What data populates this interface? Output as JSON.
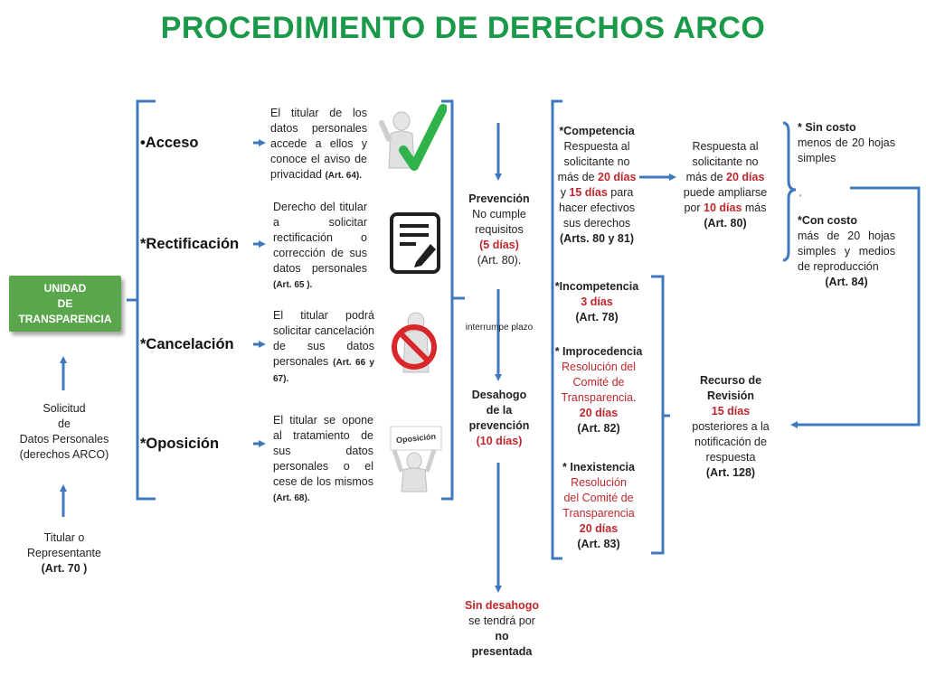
{
  "title": "PROCEDIMIENTO DE DERECHOS ARCO",
  "colors": {
    "title_green": "#1a9a48",
    "unit_green": "#5aa64c",
    "arrow_blue": "#3f78bd",
    "red": "#c0272d"
  },
  "unit": {
    "line1": "UNIDAD",
    "line2": "DE",
    "line3": "TRANSPARENCIA"
  },
  "solicitud": {
    "line1": "Solicitud",
    "line2": "de",
    "line3": "Datos Personales",
    "line4": "(derechos ARCO)"
  },
  "titular": {
    "line1": "Titular o",
    "line2": "Representante",
    "line3": "(Art. 70 )"
  },
  "rights": [
    {
      "label": "•Acceso",
      "desc": "El titular de los datos personales accede a ellos y conoce el aviso de privacidad",
      "ref": "(Art. 64).",
      "icon": "checkmark-figure-icon"
    },
    {
      "label": "*Rectificación",
      "desc": "Derecho del titular a solicitar rectificación o corrección de sus datos personales",
      "ref": "(Art. 65 ).",
      "icon": "document-edit-icon"
    },
    {
      "label": "*Cancelación",
      "desc": "El titular podrá solicitar cancelación de sus datos personales",
      "ref": "(Art. 66 y 67).",
      "icon": "prohibited-figure-icon"
    },
    {
      "label": "*Oposición",
      "desc": "El titular se opone al tratamiento de sus datos personales o el cese de los mismos",
      "ref": "(Art. 68).",
      "icon": "opposition-sign-icon"
    }
  ],
  "oposicion_sign": "Oposición",
  "prevencion": {
    "title": "Prevención",
    "l1": "No cumple",
    "l2": "requisitos",
    "days": "(5 días)",
    "art": "(Art. 80)."
  },
  "interrumpe": "interrumpe plazo",
  "desahogo": {
    "l1": "Desahogo",
    "l2": "de la",
    "l3": "prevención",
    "days": "(10 días)"
  },
  "sin_desahogo": {
    "l1": "Sin desahogo",
    "l2": "se tendrá por",
    "l3": "no",
    "l4": "presentada"
  },
  "competencia": {
    "title": "*Competencia",
    "l1": "Respuesta al",
    "l2": "solicitante no",
    "l3a": "más de ",
    "l3b": "20 días",
    "l4a": "y ",
    "l4b": "15 días",
    "l4c": " para",
    "l5": "hacer efectivos",
    "l6": "sus derechos",
    "art": "(Arts. 80 y 81)"
  },
  "incompetencia": {
    "title": "*Incompetencia",
    "days": "3 días",
    "art": "(Art. 78)"
  },
  "improcedencia": {
    "title": "* Improcedencia",
    "l1": "Resolución del",
    "l2": "Comité de",
    "l3": "Transparencia",
    "l3dot": ".",
    "days": "20 días",
    "art": "(Art. 82)"
  },
  "inexistencia": {
    "title": "* Inexistencia",
    "l1": "Resolución",
    "l2": "del Comité de",
    "l3": "Transparencia",
    "days": "20 días",
    "art": "(Art. 83)"
  },
  "respuesta": {
    "l1": "Respuesta al",
    "l2": "solicitante no",
    "l3a": "más de ",
    "l3b": "20 días",
    "l4": "puede ampliarse",
    "l5a": "por ",
    "l5b": "10 días",
    "l5c": " más",
    "art": "(Art. 80)"
  },
  "sin_costo": {
    "title": "* Sin costo",
    "desc": "menos de 20 hojas simples"
  },
  "tick": "‘",
  "con_costo": {
    "title": "*Con costo",
    "desc": "más de 20 hojas simples y medios de reproducción",
    "art": "(Art. 84)"
  },
  "recurso": {
    "l1": "Recurso de",
    "l2": "Revisión",
    "days": "15 días",
    "l3": "posteriores a la",
    "l4": "notificación de",
    "l5": "respuesta",
    "art": "(Art. 128)"
  }
}
